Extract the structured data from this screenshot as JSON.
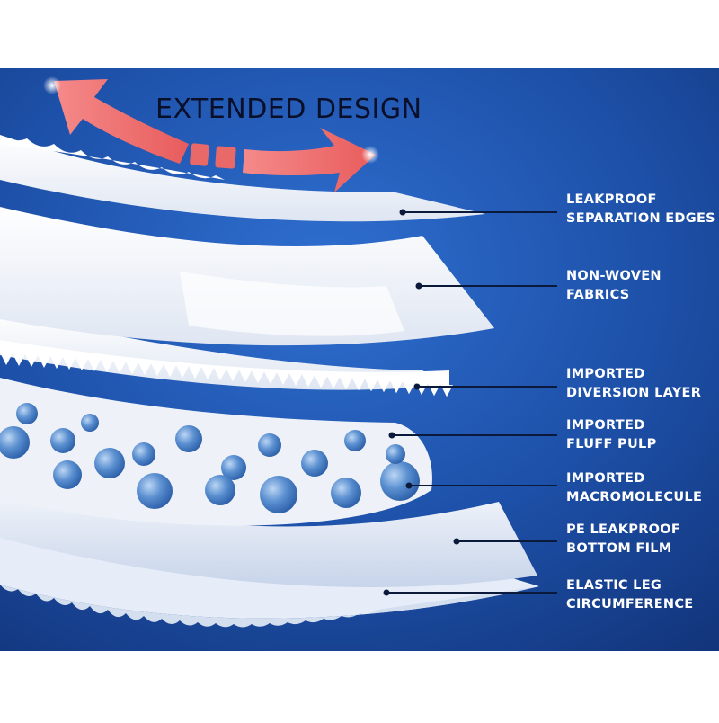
{
  "headline": "EXTENDED DESIGN",
  "colors": {
    "background": "#1d50a8",
    "arrow": "#f07070",
    "layer": "#f2f5fb",
    "bead": "#5a8fd0"
  },
  "callouts": [
    {
      "line1": "LEAKPROOF",
      "line2": "SEPARATION EDGES"
    },
    {
      "line1": "NON-WOVEN",
      "line2": "FABRICS"
    },
    {
      "line1": "IMPORTED",
      "line2": "DIVERSION LAYER"
    },
    {
      "line1": "IMPORTED",
      "line2": "FLUFF PULP"
    },
    {
      "line1": "IMPORTED",
      "line2": "MACROMOLECULE"
    },
    {
      "line1": "PE LEAKPROOF",
      "line2": "BOTTOM FILM"
    },
    {
      "line1": "ELASTIC LEG",
      "line2": "CIRCUMFERENCE"
    }
  ]
}
